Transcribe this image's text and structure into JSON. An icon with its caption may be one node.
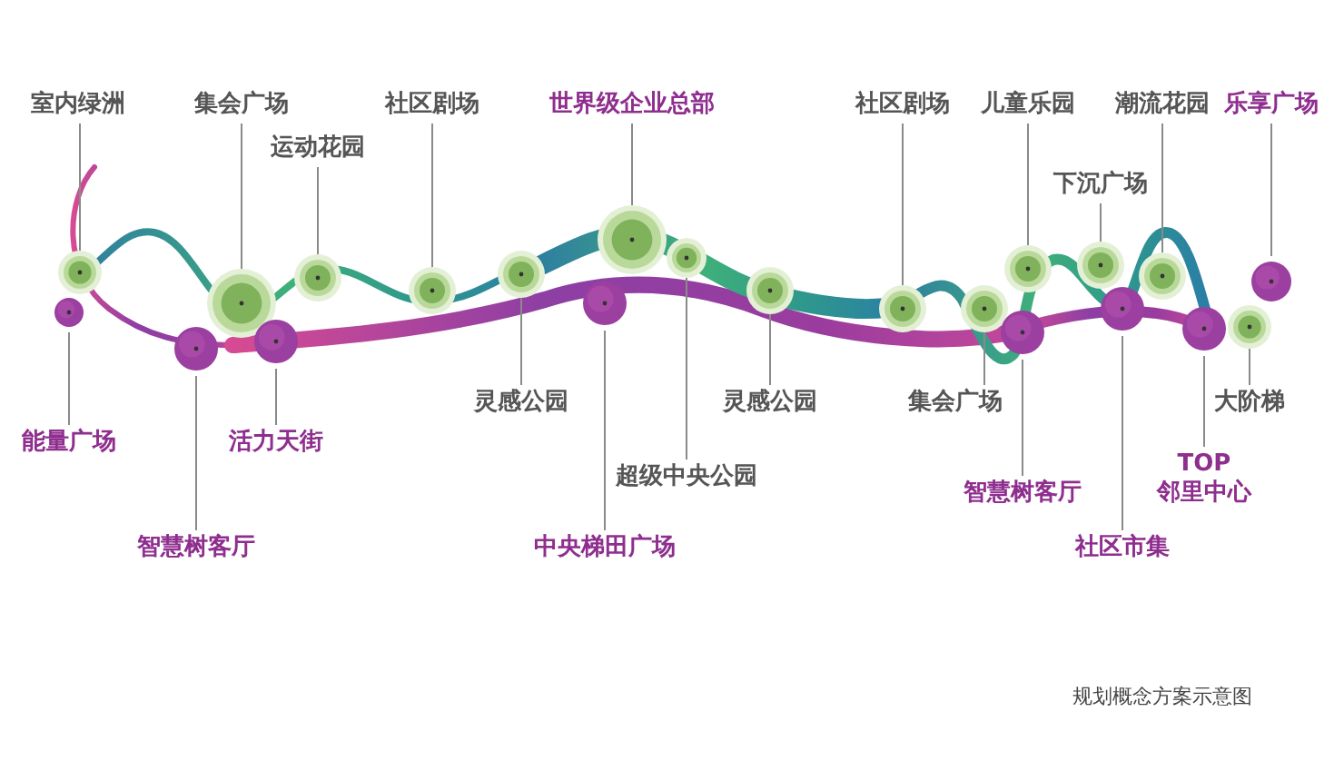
{
  "diagram": {
    "caption": "规划概念方案示意图",
    "nodes": [
      {
        "text": [
          "室内绿洲"
        ]
      },
      {
        "text": [
          "集会广场"
        ]
      },
      {
        "text": [
          "运动花园"
        ]
      },
      {
        "text": [
          "社区剧场"
        ]
      },
      {
        "text": [
          "世界级企业总部"
        ]
      },
      {
        "text": [
          "社区剧场"
        ]
      },
      {
        "text": [
          "儿童乐园"
        ]
      },
      {
        "text": [
          "潮流花园"
        ]
      },
      {
        "text": [
          "乐享广场"
        ]
      },
      {
        "text": [
          "下沉广场"
        ]
      },
      {
        "text": [
          "能量广场"
        ]
      },
      {
        "text": [
          "活力天街"
        ]
      },
      {
        "text": [
          "灵感公园"
        ]
      },
      {
        "text": [
          "灵感公园"
        ]
      },
      {
        "text": [
          "集会广场"
        ]
      },
      {
        "text": [
          "大阶梯"
        ]
      },
      {
        "text": [
          "超级中央公园"
        ]
      },
      {
        "text": [
          "TOP 邻里中心"
        ]
      },
      {
        "text": [
          "智慧树客厅"
        ]
      },
      {
        "text": [
          "智慧树客厅"
        ]
      },
      {
        "text": [
          "中央梯田广场"
        ]
      },
      {
        "text": [
          "社区市集"
        ]
      },
      {
        "text": [],
        "shape": "circle"
      },
      {
        "text": [],
        "shape": "circle"
      },
      {
        "text": [],
        "shape": "circle"
      },
      {
        "text": [],
        "shape": "circle"
      },
      {
        "text": [],
        "shape": "circle"
      },
      {
        "text": [],
        "shape": "circle"
      },
      {
        "text": [],
        "shape": "circle"
      },
      {
        "text": [],
        "shape": "circle"
      },
      {
        "text": [],
        "shape": "circle"
      },
      {
        "text": [],
        "shape": "circle"
      },
      {
        "text": [],
        "shape": "circle"
      },
      {
        "text": [],
        "shape": "circle"
      },
      {
        "text": [],
        "shape": "circle"
      },
      {
        "text": [],
        "shape": "circle"
      },
      {
        "text": [],
        "shape": "circle"
      },
      {
        "text": [],
        "shape": "circle"
      },
      {
        "text": [],
        "shape": "circle"
      },
      {
        "text": [],
        "shape": "circle"
      },
      {
        "text": [],
        "shape": "circle"
      },
      {
        "text": [],
        "shape": "circle"
      },
      {
        "text": [],
        "shape": "circle"
      },
      {
        "text": [],
        "shape": "circle"
      }
    ],
    "edges": [
      {
        "from": 0,
        "to": 23,
        "arrow": "none"
      },
      {
        "from": 1,
        "to": 25,
        "arrow": "none"
      },
      {
        "from": 2,
        "to": 27,
        "arrow": "none"
      },
      {
        "from": 3,
        "to": 28,
        "arrow": "none"
      },
      {
        "from": 4,
        "to": 31,
        "arrow": "none"
      },
      {
        "from": 5,
        "to": 34,
        "arrow": "none"
      },
      {
        "from": 6,
        "to": 37,
        "arrow": "none"
      },
      {
        "from": 7,
        "to": 40,
        "arrow": "none"
      },
      {
        "from": 8,
        "to": 43,
        "arrow": "none"
      },
      {
        "from": 9,
        "to": 38,
        "arrow": "none"
      },
      {
        "from": 10,
        "to": 22,
        "arrow": "none"
      },
      {
        "from": 11,
        "to": 26,
        "arrow": "none"
      },
      {
        "from": 12,
        "to": 29,
        "arrow": "none"
      },
      {
        "from": 13,
        "to": 33,
        "arrow": "none"
      },
      {
        "from": 14,
        "to": 35,
        "arrow": "none"
      },
      {
        "from": 15,
        "to": 42,
        "arrow": "none"
      },
      {
        "from": 16,
        "to": 32,
        "arrow": "none"
      },
      {
        "from": 17,
        "to": 41,
        "arrow": "none"
      },
      {
        "from": 18,
        "to": 36,
        "arrow": "none"
      },
      {
        "from": 19,
        "to": 24,
        "arrow": "none"
      },
      {
        "from": 20,
        "to": 30,
        "arrow": "none"
      },
      {
        "from": 21,
        "to": 39,
        "arrow": "none"
      }
    ]
  }
}
